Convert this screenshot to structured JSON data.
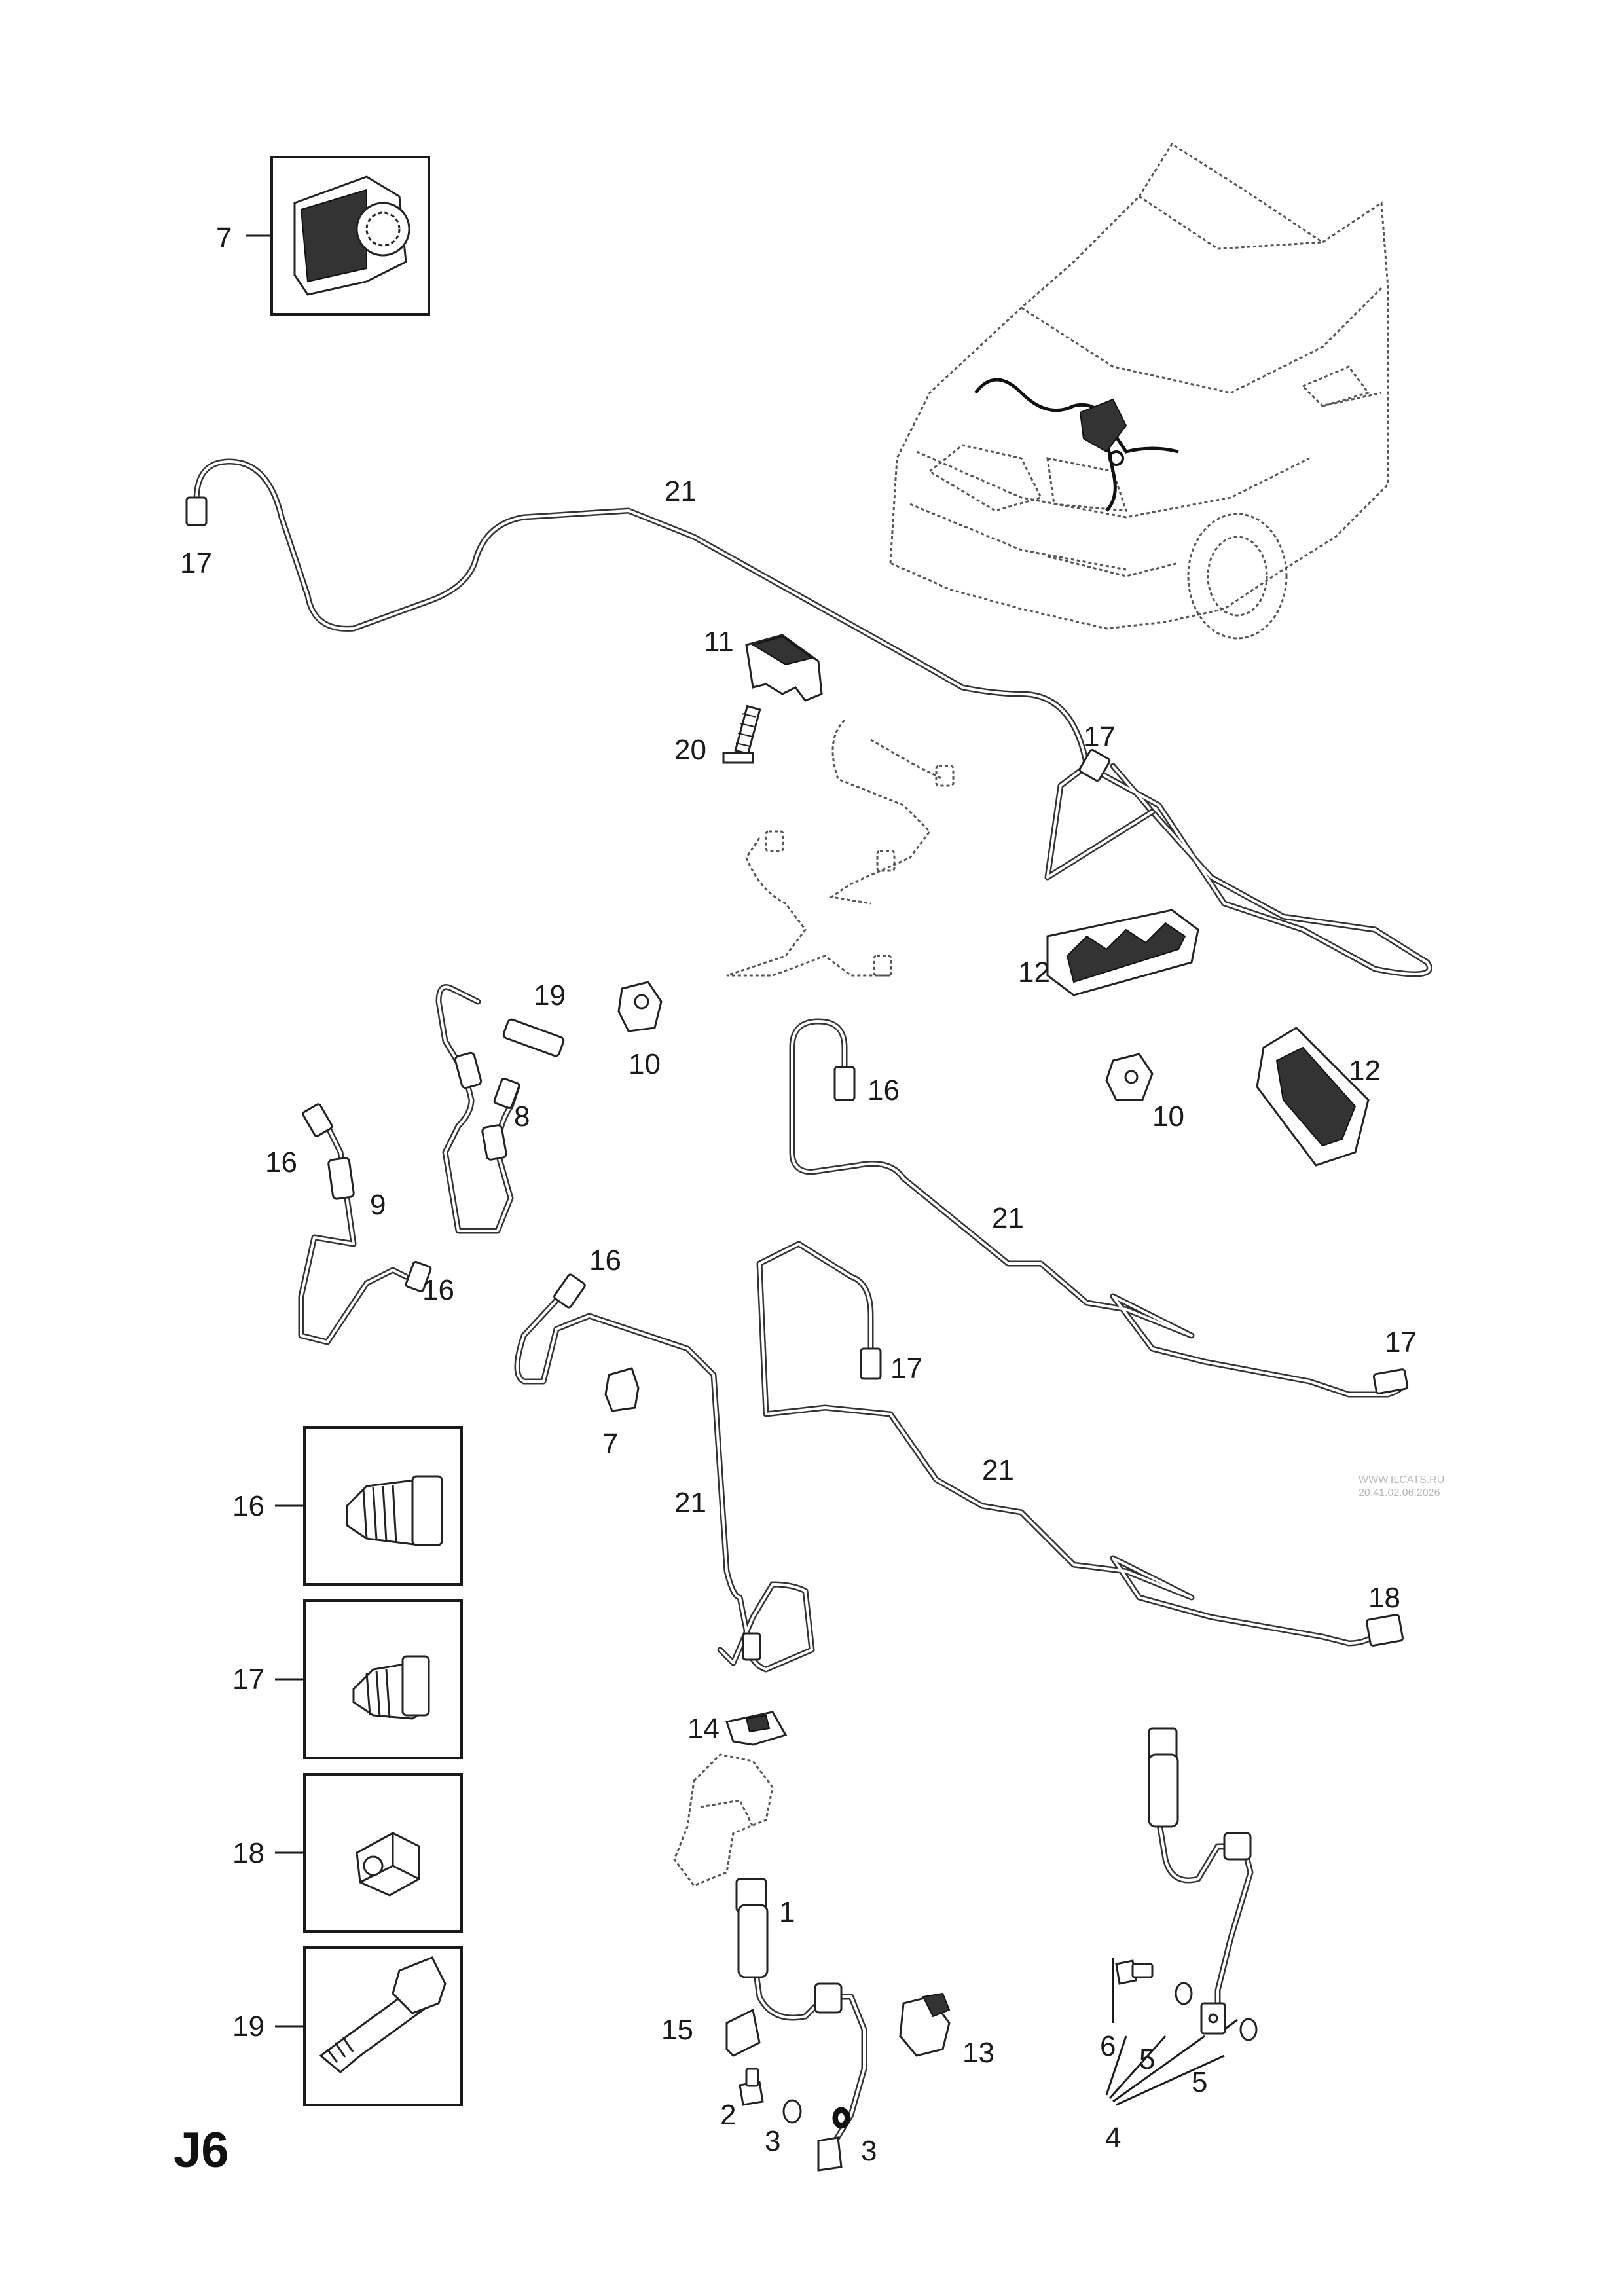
{
  "diagram": {
    "page_code": "J6",
    "watermark": [
      "WWW.ILCATS.RU",
      "20.41.02.06.2026"
    ],
    "callouts": {
      "c1": "1",
      "c2": "2",
      "c3a": "3",
      "c3b": "3",
      "c4": "4",
      "c5a": "5",
      "c5b": "5",
      "c6": "6",
      "c7a": "7",
      "c7b": "7",
      "c8": "8",
      "c9": "9",
      "c10a": "10",
      "c10b": "10",
      "c11": "11",
      "c12a": "12",
      "c12b": "12",
      "c13": "13",
      "c14": "14",
      "c15": "15",
      "c16a": "16",
      "c16b": "16",
      "c16c": "16",
      "c16d": "16",
      "c16box": "16",
      "c17a": "17",
      "c17b": "17",
      "c17c": "17",
      "c17d": "17",
      "c17box": "17",
      "c18": "18",
      "c18box": "18",
      "c19": "19",
      "c19box": "19",
      "c20": "20",
      "c21a": "21",
      "c21b": "21",
      "c21c": "21",
      "c21d": "21"
    }
  }
}
